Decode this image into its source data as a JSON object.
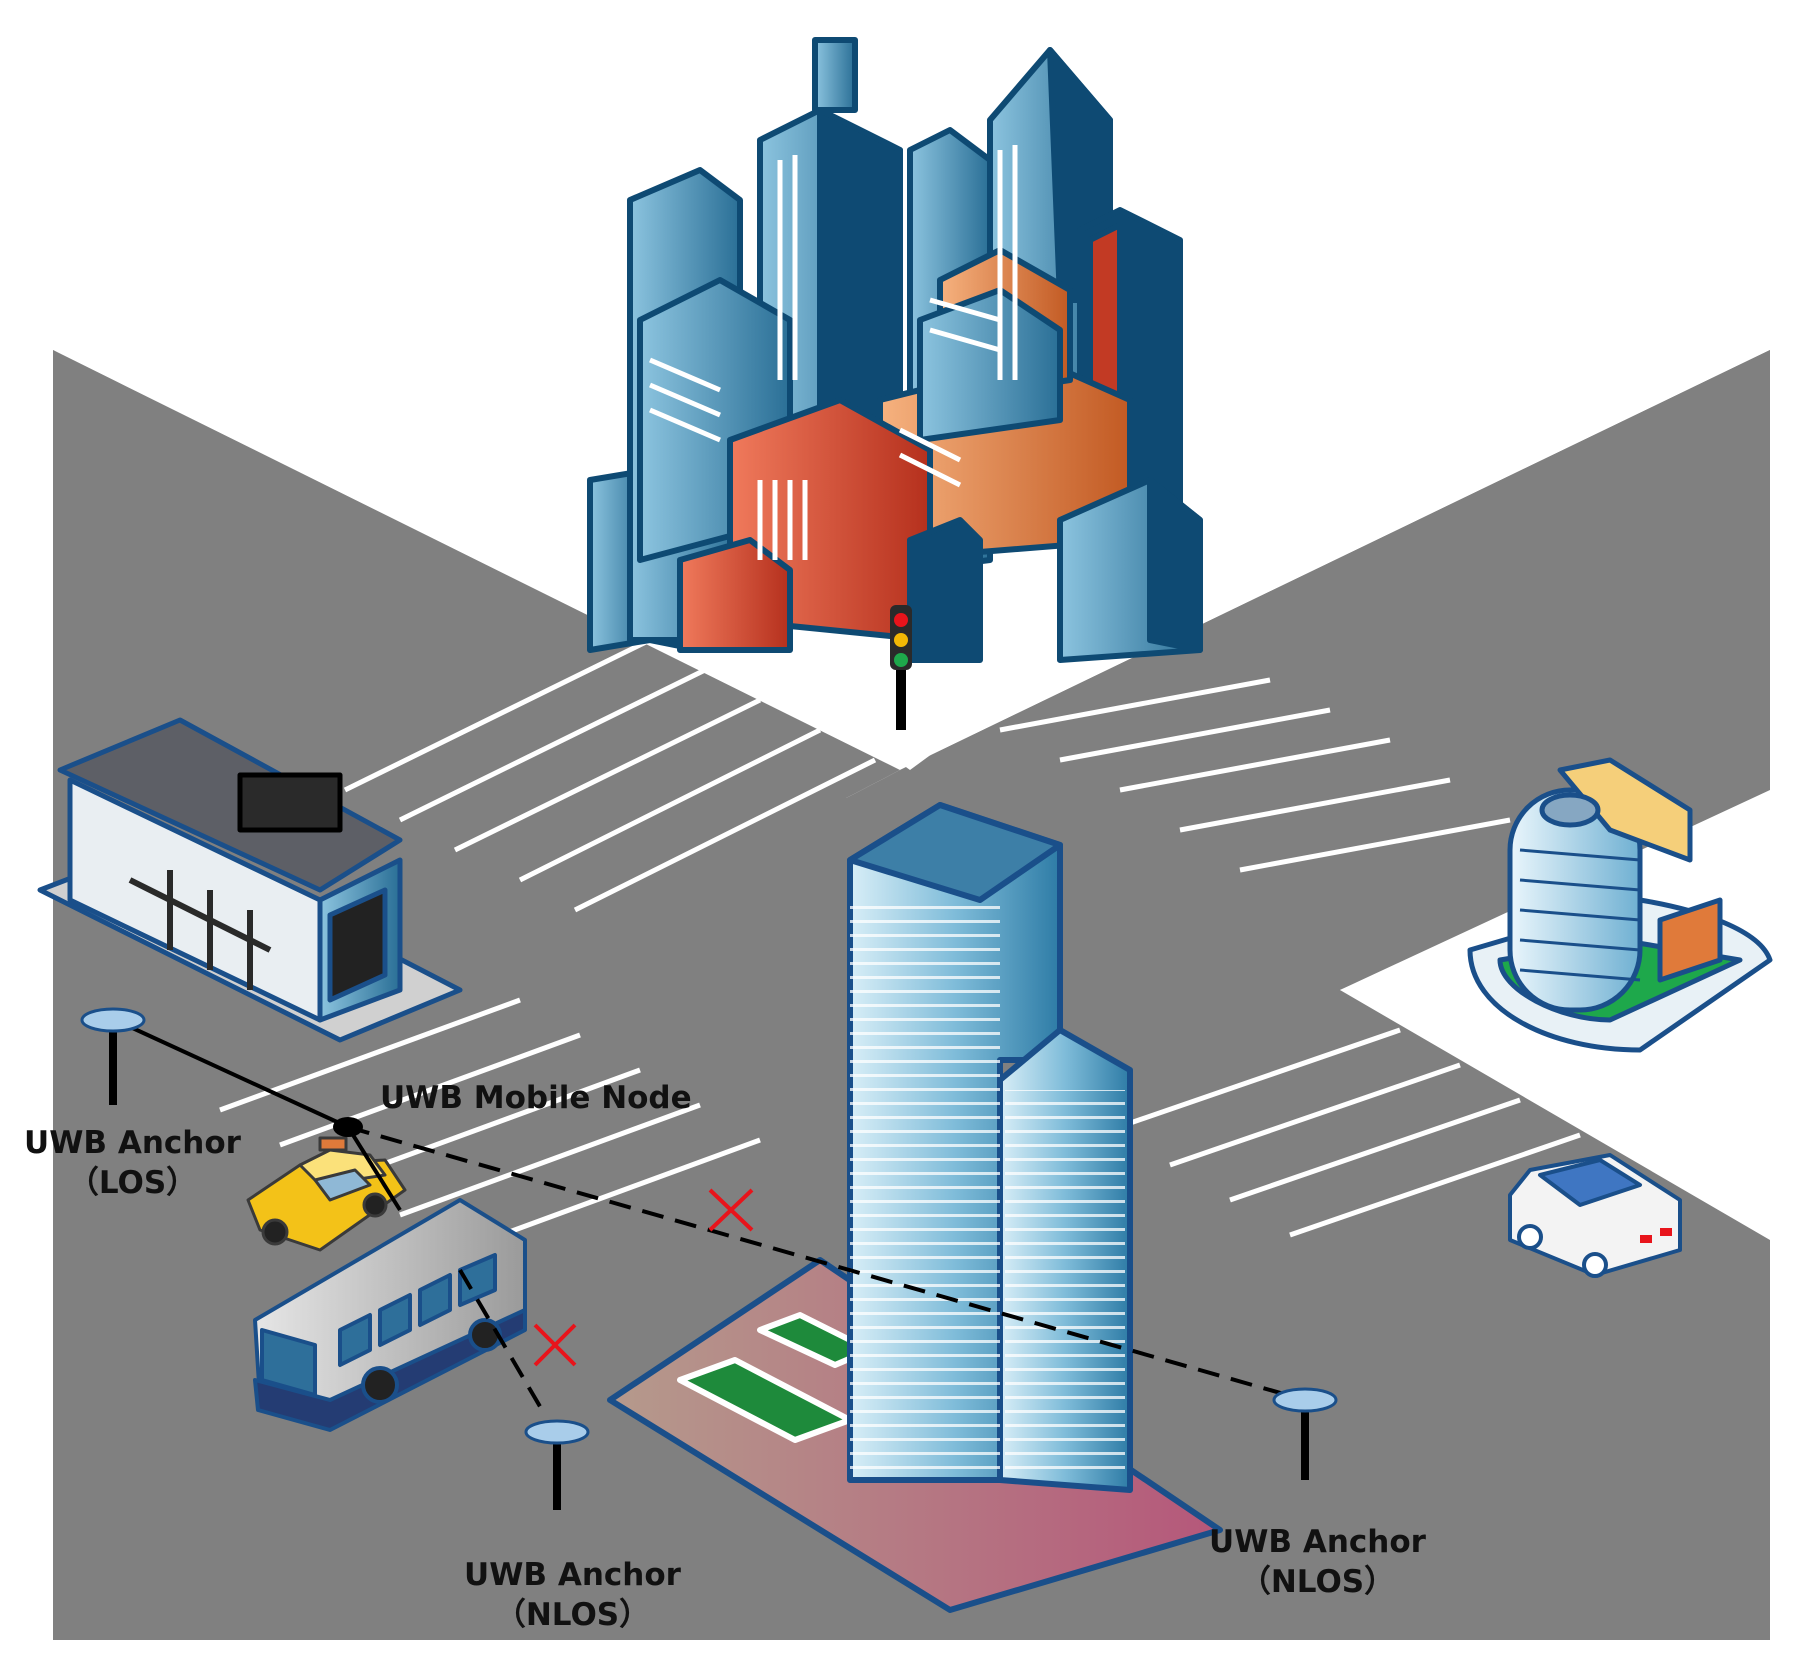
{
  "labels": {
    "mobile_node": "UWB Mobile Node",
    "anchor_los": {
      "title": "UWB Anchor",
      "tag": "（LOS）"
    },
    "anchor_nlos_left": {
      "title": "UWB Anchor",
      "tag": "（NLOS）"
    },
    "anchor_nlos_right": {
      "title": "UWB Anchor",
      "tag": "（NLOS）"
    }
  },
  "links": [
    {
      "from": "anchor-los",
      "to": "mobile-node",
      "state": "LOS",
      "style": "solid"
    },
    {
      "from": "mobile-node",
      "to": "anchor-nlos-right",
      "state": "NLOS",
      "style": "dashed",
      "blocked": true
    },
    {
      "from": "mobile-node",
      "to": "anchor-nlos-left",
      "state": "NLOS",
      "style": "dashed",
      "blocked": true
    }
  ],
  "colors": {
    "road": "#808080",
    "lane_marking": "#ffffff",
    "building_blue": "#4f93b5",
    "building_dark": "#0e4a73",
    "building_red": "#c23a24",
    "building_orange": "#e07a3a",
    "anchor_disc": "#a9cdea",
    "block_mark": "#e8141b",
    "signal_line": "#000000"
  },
  "icons": [
    "skyscraper-cluster-icon",
    "traffic-light-icon",
    "warehouse-icon",
    "round-hotel-icon",
    "glass-tower-icon",
    "taxi-icon",
    "bus-icon",
    "sedan-icon",
    "anchor-icon"
  ]
}
